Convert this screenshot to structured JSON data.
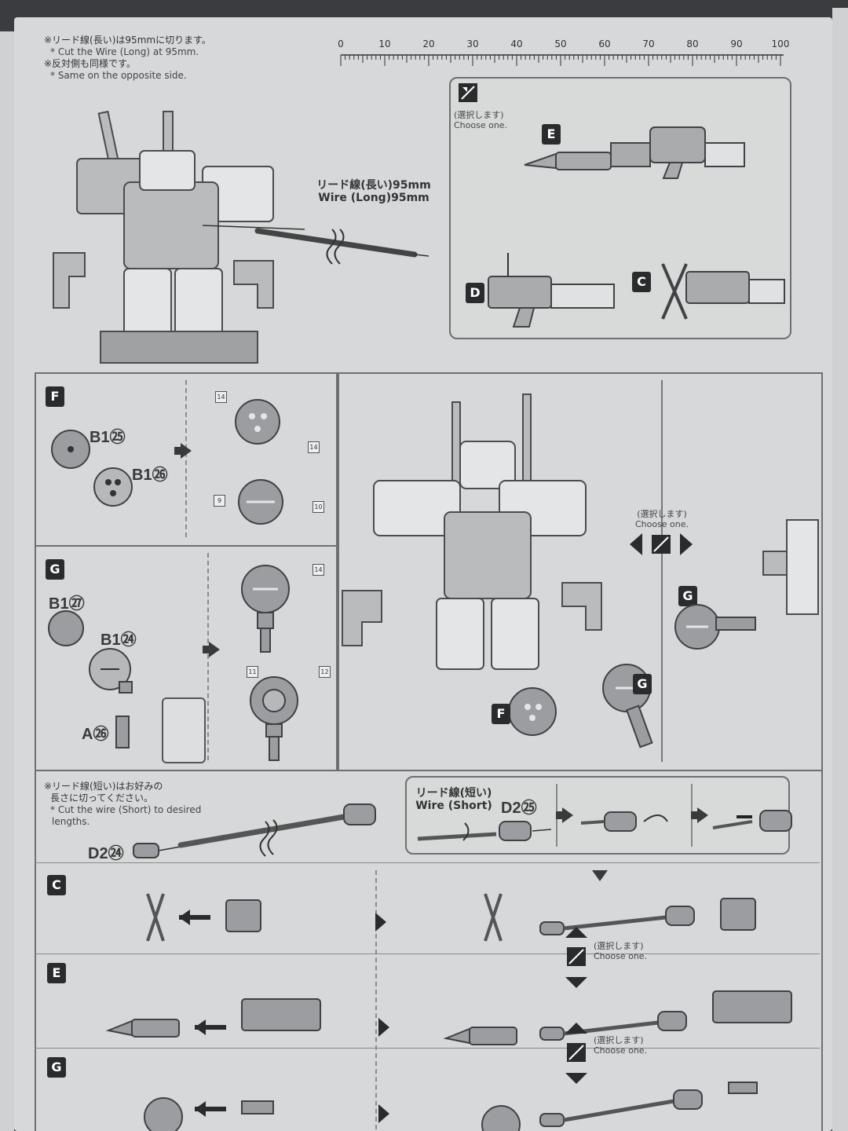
{
  "ruler": {
    "ticks": [
      "0",
      "10",
      "20",
      "30",
      "40",
      "50",
      "60",
      "70",
      "80",
      "90",
      "100"
    ]
  },
  "top_note": {
    "jp1": "※リード線(長い)は95mmに切ります。",
    "en1": "* Cut the Wire (Long) at 95mm.",
    "jp2": "※反対側も同様です。",
    "en2": "* Same on the opposite side."
  },
  "wire_long": {
    "jp": "リード線(長い)95mm",
    "en": "Wire (Long)95mm"
  },
  "choose": {
    "jp": "(選択します)",
    "en": "Choose one."
  },
  "weapon_labels": {
    "E": "E",
    "D": "D",
    "C": "C"
  },
  "step_F": {
    "badge": "F",
    "parts": [
      "B1㉕",
      "B1㉖"
    ],
    "stickers": [
      "14",
      "14",
      "9",
      "10"
    ]
  },
  "step_G": {
    "badge": "G",
    "parts": [
      "B1㉗",
      "B1㉔",
      "A㉖"
    ],
    "stickers": [
      "14",
      "11",
      "12"
    ]
  },
  "center": {
    "labels": [
      "F",
      "G"
    ]
  },
  "right_col": {
    "label": "G"
  },
  "wire_short_note": {
    "jp1": "※リード線(短い)はお好みの",
    "jp2": "長さに切ってください。",
    "en1": "* Cut the wire (Short) to desired",
    "en2": "lengths."
  },
  "wire_short": {
    "jp": "リード線(短い)",
    "en": "Wire (Short)",
    "part1": "D2㉕",
    "part2": "D2㉔"
  },
  "rows": [
    {
      "badge": "C"
    },
    {
      "badge": "E"
    },
    {
      "badge": "G"
    }
  ]
}
